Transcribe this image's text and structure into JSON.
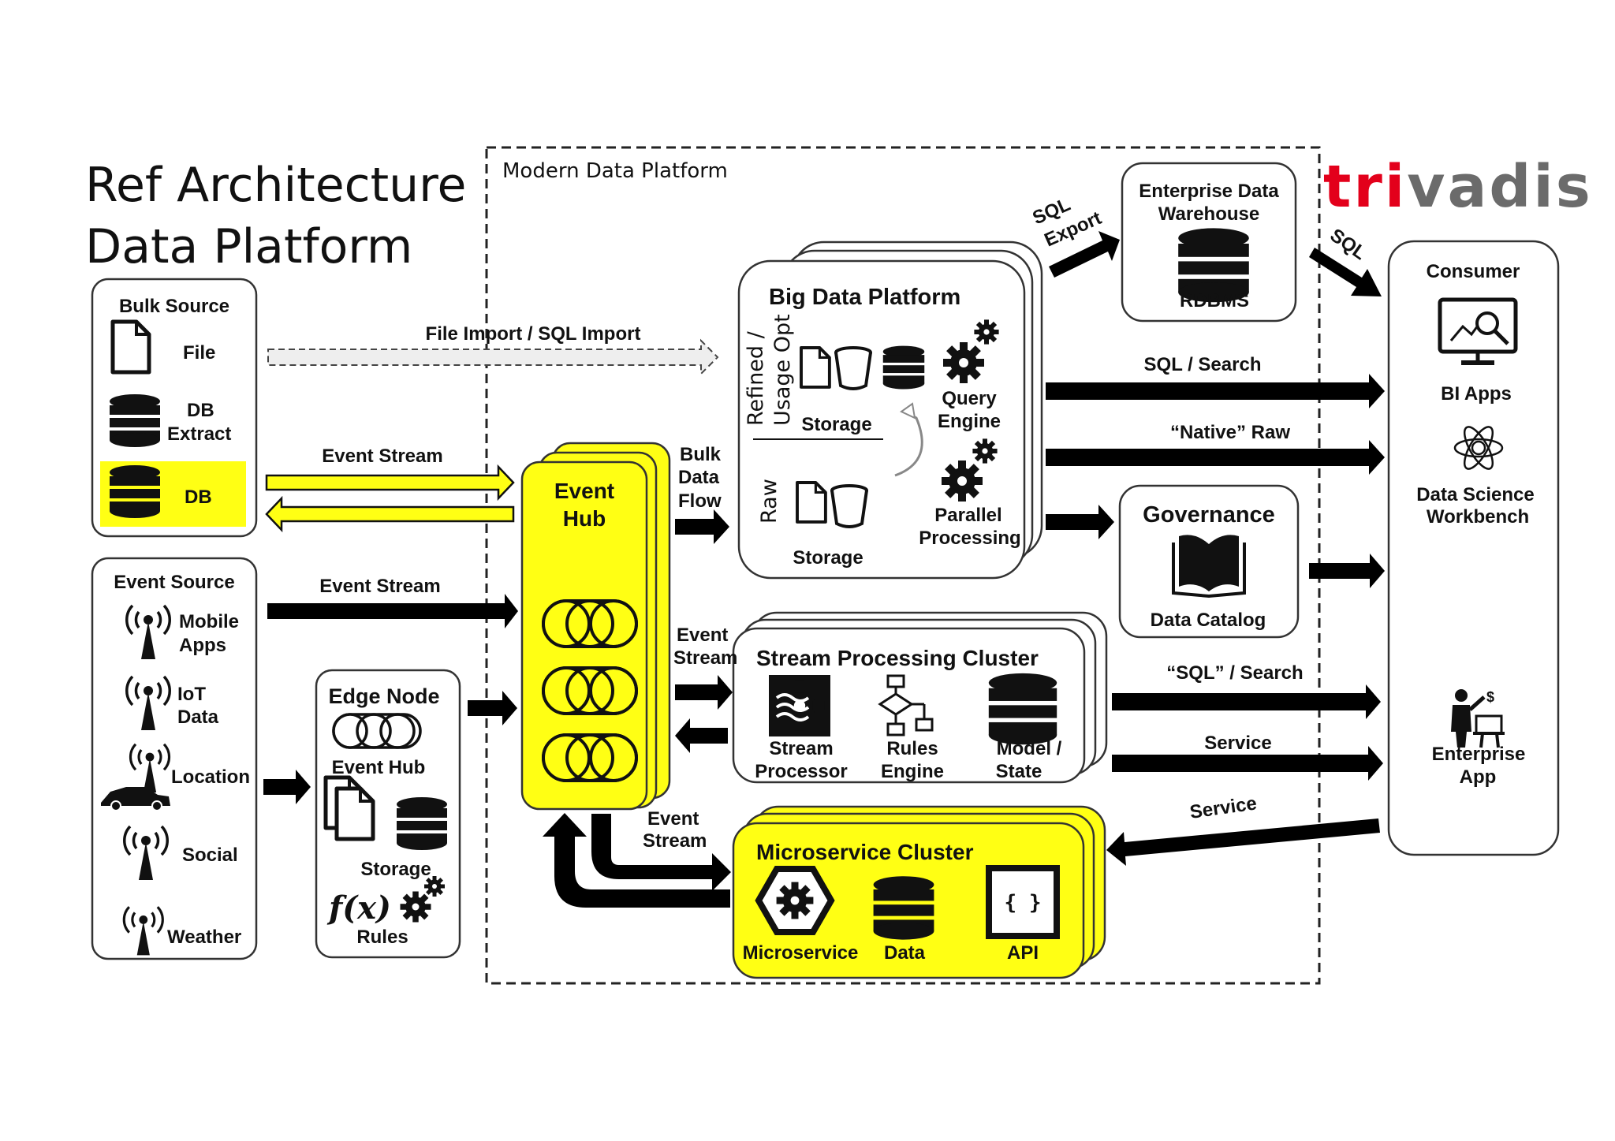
{
  "title": {
    "line1": "Ref Architecture",
    "line2": "Data Platform"
  },
  "logo": {
    "text": "trivadis",
    "color_tri": "#e3001b",
    "color_vadis": "#6b6b6b"
  },
  "platform": {
    "label": "Modern Data Platform"
  },
  "bulk_source": {
    "title": "Bulk Source",
    "items": [
      "File",
      "DB",
      "Extract",
      "DB"
    ]
  },
  "event_source": {
    "title": "Event Source",
    "items": [
      "Mobile",
      "Apps",
      "IoT",
      "Data",
      "Location",
      "Social",
      "Weather"
    ]
  },
  "edge_node": {
    "title": "Edge Node",
    "hub": "Event Hub",
    "storage": "Storage",
    "rules": "Rules",
    "fx": "f(x)"
  },
  "event_hub": {
    "line1": "Event",
    "line2": "Hub"
  },
  "big_data": {
    "title": "Big Data Platform",
    "refined1": "Refined /",
    "refined2": "Usage Opt",
    "storage_top": "Storage",
    "raw": "Raw",
    "storage_bottom": "Storage",
    "query1": "Query",
    "query2": "Engine",
    "parallel1": "Parallel",
    "parallel2": "Processing"
  },
  "stream_cluster": {
    "title": "Stream Processing Cluster",
    "stream1": "Stream",
    "stream2": "Processor",
    "rules1": "Rules",
    "rules2": "Engine",
    "model1": "Model /",
    "model2": "State"
  },
  "microservice_cluster": {
    "title": "Microservice Cluster",
    "microservice": "Microservice",
    "data": "Data",
    "api": "API",
    "api_symbol": "{ }"
  },
  "edw": {
    "line1": "Enterprise Data",
    "line2": "Warehouse",
    "rdbms": "RDBMS"
  },
  "governance": {
    "title": "Governance",
    "catalog": "Data Catalog"
  },
  "consumer": {
    "title": "Consumer",
    "bi": "BI Apps",
    "ds1": "Data Science",
    "ds2": "Workbench",
    "ea1": "Enterprise",
    "ea2": "App"
  },
  "flows": {
    "file_import": "File Import / SQL Import",
    "event_stream_db": "Event Stream",
    "event_stream_src": "Event Stream",
    "bulk1": "Bulk",
    "bulk2": "Data",
    "bulk3": "Flow",
    "evs1_a": "Event",
    "evs1_b": "Stream",
    "evs2_a": "Event",
    "evs2_b": "Stream",
    "sql_export1": "SQL",
    "sql_export2": "Export",
    "sql": "SQL",
    "sql_search": "SQL / Search",
    "native_raw": "“Native” Raw",
    "sql_search2": "“SQL” / Search",
    "service1": "Service",
    "service2": "Service"
  },
  "colors": {
    "highlight": "#ffff14",
    "brand_red": "#e3001b",
    "brand_gray": "#6b6b6b"
  }
}
